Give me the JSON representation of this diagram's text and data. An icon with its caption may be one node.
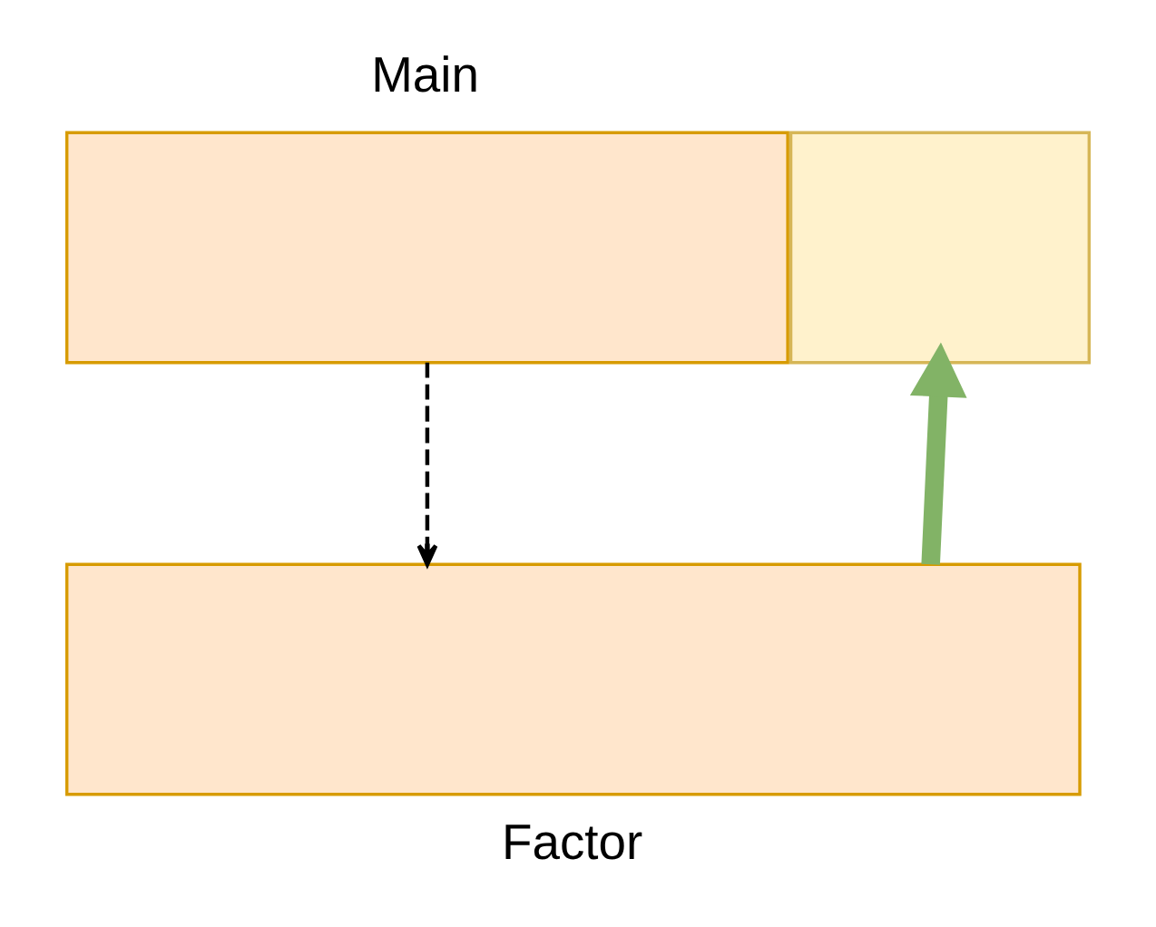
{
  "diagram": {
    "nodes": [
      {
        "text": [
          "Main"
        ]
      },
      {
        "text": [],
        "shape": "box"
      },
      {
        "text": [
          "Factor"
        ]
      }
    ],
    "edges": [
      {
        "from": 0,
        "to": 2,
        "arrow": "to",
        "style": "dashed"
      },
      {
        "from": 2,
        "to": 1,
        "arrow": "to",
        "style": "thick",
        "color": "#82b366"
      }
    ]
  }
}
